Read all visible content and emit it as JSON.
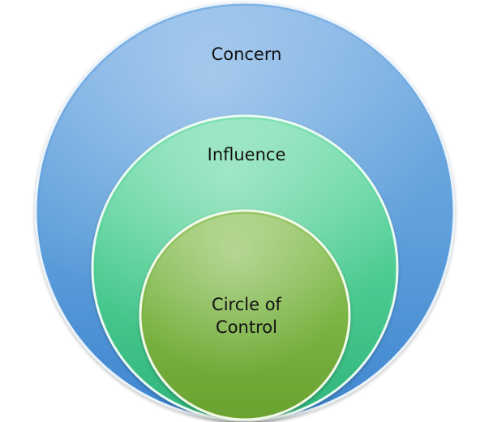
{
  "diagram": {
    "circles": [
      {
        "id": "concern",
        "label_lines": [
          "Concern"
        ],
        "color": "#5b9bd5"
      },
      {
        "id": "influence",
        "label_lines": [
          "Influence"
        ],
        "color": "#4fcf95"
      },
      {
        "id": "control",
        "label_lines": [
          "Circle of",
          "Control"
        ],
        "color": "#7ab443"
      }
    ]
  }
}
